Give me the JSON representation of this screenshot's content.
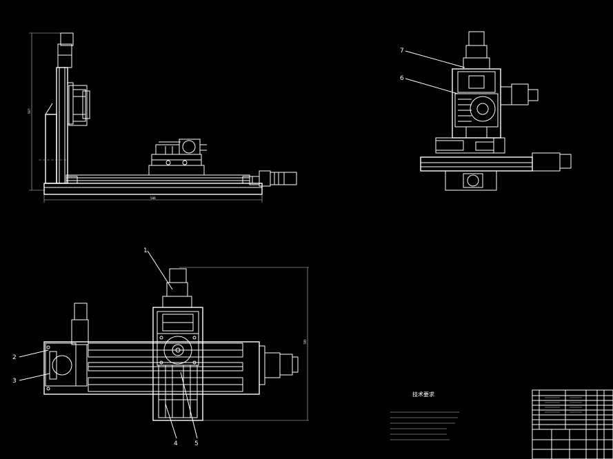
{
  "labels": {
    "l1": "1",
    "l2": "2",
    "l3": "3",
    "l4": "4",
    "l5": "5",
    "l6": "6",
    "l7": "7"
  },
  "dimensions": {
    "height": "567",
    "width": "588",
    "plan": "785"
  },
  "notes": {
    "title": "技术要求"
  }
}
